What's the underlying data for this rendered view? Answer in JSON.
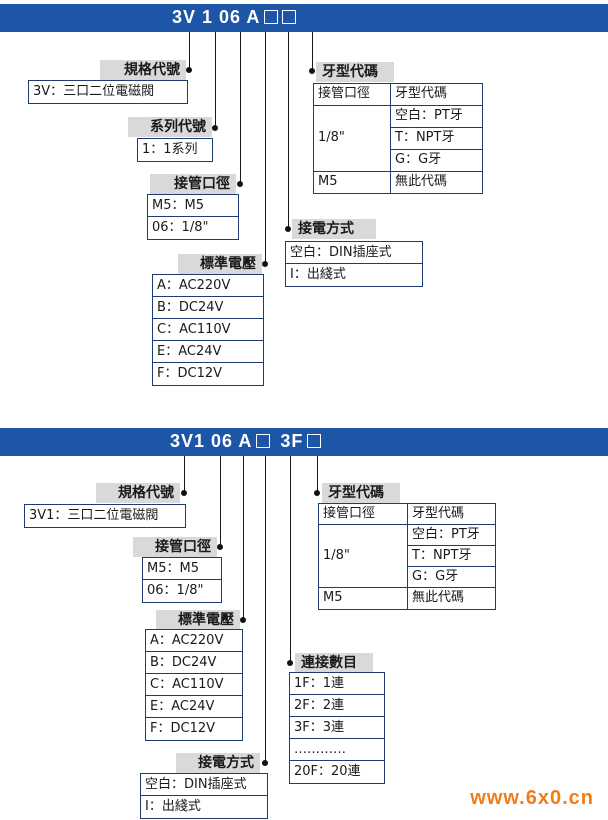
{
  "top": {
    "code": {
      "prefix": "3V 1 06 A"
    },
    "spec_label": "規格代號",
    "spec_value": "3V：三口二位電磁閥",
    "series_label": "系列代號",
    "series_value": "1：1系列",
    "port_label": "接管口徑",
    "port_rows": [
      "M5：M5",
      "06：1/8\""
    ],
    "voltage_label": "標準電壓",
    "voltage_rows": [
      "A：AC220V",
      "B：DC24V",
      "C：AC110V",
      "E：AC24V",
      "F：DC12V"
    ],
    "conn_label": "接電方式",
    "conn_rows": [
      "空白：DIN插座式",
      "I：出綫式"
    ],
    "thread_label": "牙型代碼",
    "thread_table": {
      "head_left": "接管口徑",
      "head_right": "牙型代碼",
      "size": "1/8\"",
      "types": [
        "空白：PT牙",
        "T：NPT牙",
        "G：G牙"
      ],
      "m5": "M5",
      "m5_value": "無此代碼"
    }
  },
  "bottom": {
    "code": {
      "prefix": "3V1 06 A",
      "mid": "3F"
    },
    "spec_label": "規格代號",
    "spec_value": "3V1：三口二位電磁閥",
    "port_label": "接管口徑",
    "port_rows": [
      "M5：M5",
      "06：1/8\""
    ],
    "voltage_label": "標準電壓",
    "voltage_rows": [
      "A：AC220V",
      "B：DC24V",
      "C：AC110V",
      "E：AC24V",
      "F：DC12V"
    ],
    "count_label": "連接數目",
    "count_rows": [
      "1F：1連",
      "2F：2連",
      "3F：3連",
      "…………",
      "20F：20連"
    ],
    "conn_label": "接電方式",
    "conn_rows": [
      "空白：DIN插座式",
      "I：出綫式"
    ],
    "thread_label": "牙型代碼",
    "thread_table": {
      "head_left": "接管口徑",
      "head_right": "牙型代碼",
      "size": "1/8\"",
      "types": [
        "空白：PT牙",
        "T：NPT牙",
        "G：G牙"
      ],
      "m5": "M5",
      "m5_value": "無此代碼"
    }
  },
  "watermark": "www.6x0.cn"
}
